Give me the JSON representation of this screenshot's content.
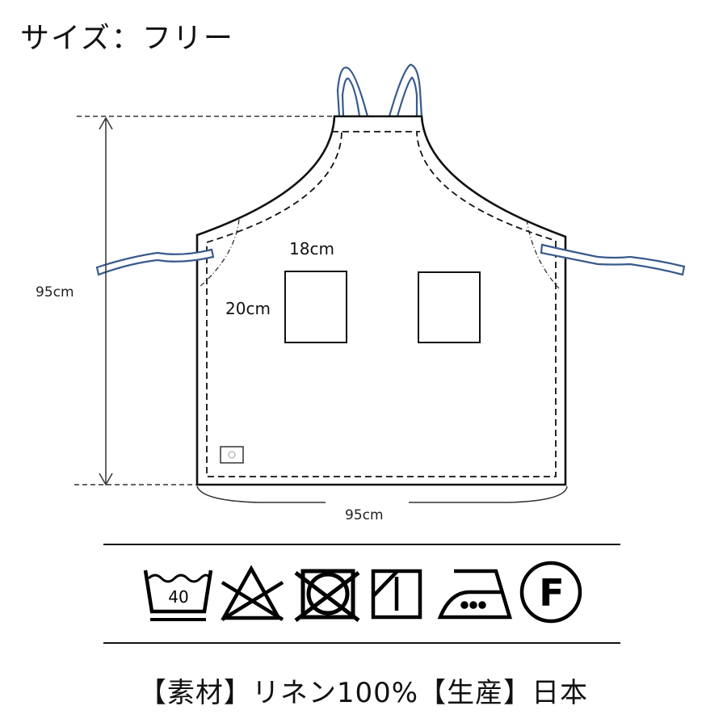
{
  "header": {
    "size_title": "サイズ：フリー"
  },
  "diagram": {
    "height_label": "95cm",
    "width_label": "95cm",
    "pocket_width_label": "18cm",
    "pocket_height_label": "20cm",
    "strap_color": "#3a5a8c",
    "outline_color": "#111111"
  },
  "care_symbols": [
    {
      "name": "wash-40-gentle-icon",
      "label": "40"
    },
    {
      "name": "no-bleach-icon",
      "label": ""
    },
    {
      "name": "no-tumble-dry-icon",
      "label": ""
    },
    {
      "name": "shade-line-dry-icon",
      "label": ""
    },
    {
      "name": "iron-high-icon",
      "label": ""
    },
    {
      "name": "dry-clean-f-icon",
      "label": "F"
    }
  ],
  "footer": {
    "material_info": "【素材】リネン100%【生産】日本"
  }
}
